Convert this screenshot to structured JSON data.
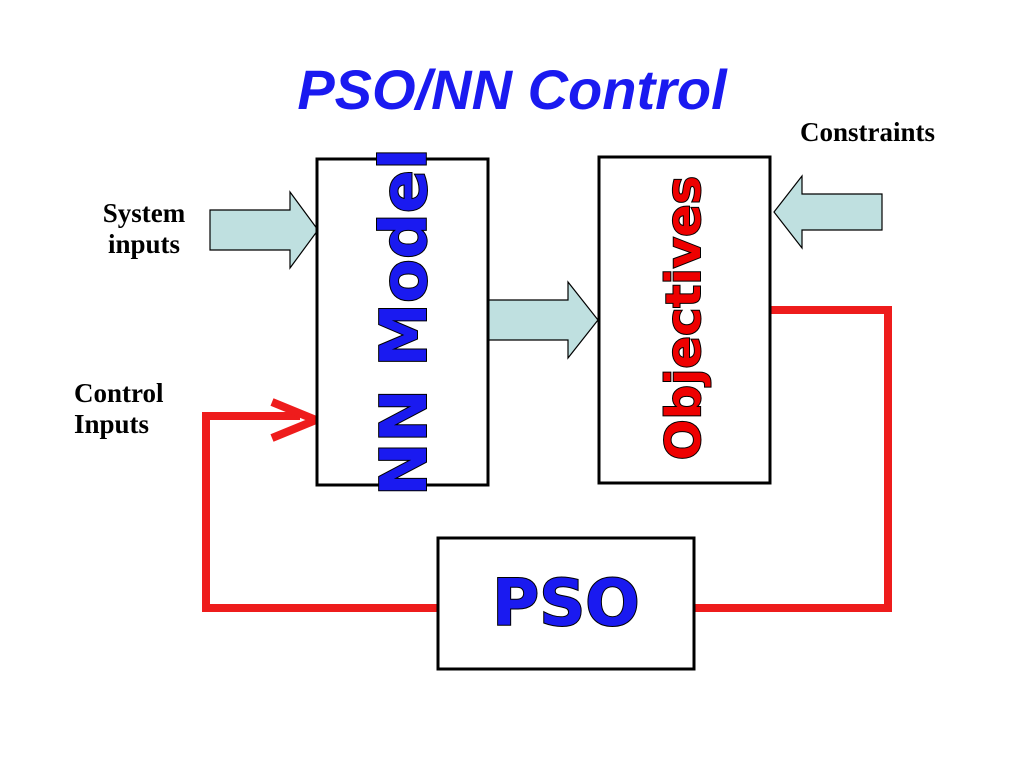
{
  "title": "PSO/NN Control",
  "labels": {
    "system_inputs": [
      "System",
      "inputs"
    ],
    "control_inputs": [
      "Control",
      "Inputs"
    ],
    "constraints": "Constraints"
  },
  "blocks": {
    "nn_model": "NN Model",
    "objectives": "Objectives",
    "pso": "PSO"
  },
  "colors": {
    "title": "#1a1af0",
    "block_text_blue": "#1a1af0",
    "block_text_red": "#ee0000",
    "feedback_line": "#ee1c1c",
    "arrow_fill": "#bfe0e0"
  }
}
